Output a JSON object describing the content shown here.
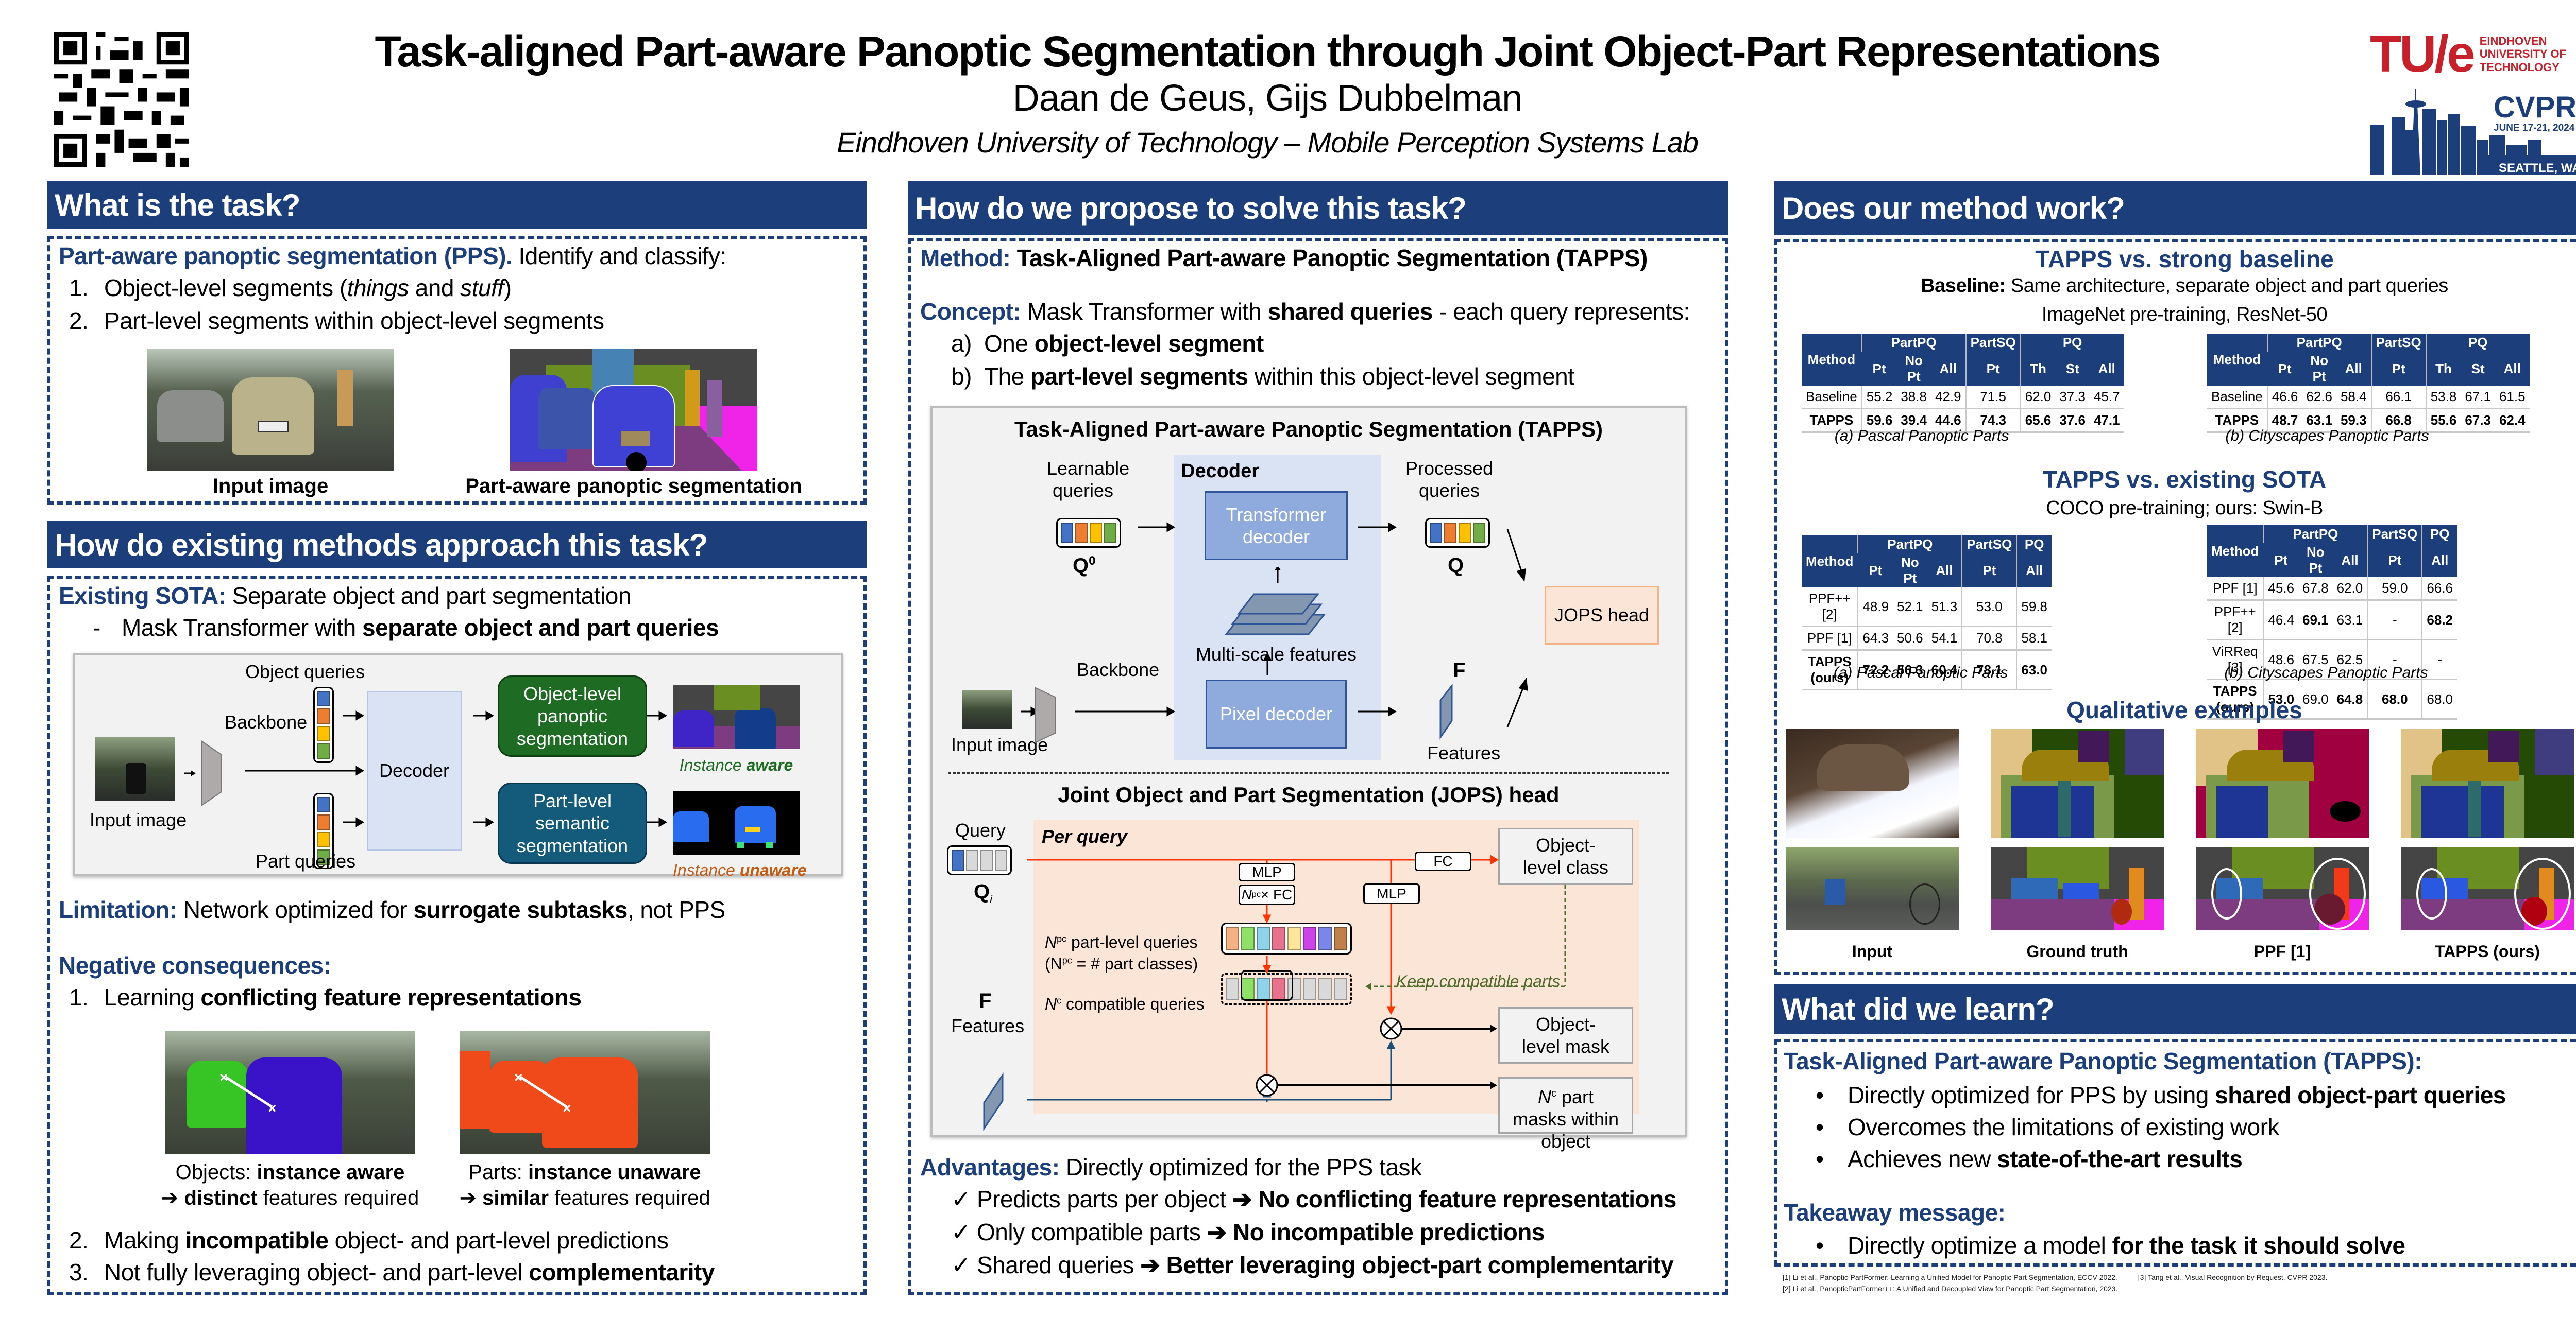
{
  "header": {
    "title": "Task-aligned Part-aware Panoptic Segmentation through Joint Object-Part Representations",
    "authors": "Daan de Geus, Gijs Dubbelman",
    "affiliation": "Eindhoven University of Technology – Mobile Perception Systems Lab",
    "qr_code": "qr-code",
    "tue_logo": {
      "mark": "TU/e",
      "lines": [
        "EINDHOVEN",
        "UNIVERSITY OF",
        "TECHNOLOGY"
      ],
      "color": "#c8202a"
    },
    "cvpr_logo": {
      "name": "CVPR",
      "dates": "JUNE 17-21, 2024",
      "location": "SEATTLE, WA",
      "color": "#1c3f7c"
    }
  },
  "colors": {
    "navy": "#1c3f7c",
    "diagram_bg": "#f2f2f2",
    "decoder_bg": "#dae3f3",
    "jops_bg": "#fbe5d6",
    "red_line": "#ff3300",
    "green_box": "#1e6b23",
    "teal_box": "#145a7a"
  },
  "task": {
    "heading": "What is the task?",
    "intro_term": "Part-aware panoptic segmentation (PPS).",
    "intro_rest": " Identify and classify:",
    "items": [
      {
        "num": "1.",
        "a": "Object-level segments (",
        "i1": "things",
        "b": " and ",
        "i2": "stuff",
        "c": ")"
      },
      {
        "num": "2.",
        "text": "Part-level segments within object-level segments"
      }
    ],
    "captions": [
      "Input image",
      "Part-aware panoptic segmentation"
    ]
  },
  "existing": {
    "heading": "How do existing methods approach this task?",
    "sota_label": "Existing SOTA:",
    "sota_text": " Separate object and part segmentation",
    "bullet_dash": "-",
    "bullet_plain": "Mask Transformer with ",
    "bullet_bold": "separate object and part queries",
    "diagram": {
      "object_queries": "Object queries",
      "backbone": "Backbone",
      "input_image": "Input image",
      "decoder": "Decoder",
      "part_queries": "Part queries",
      "object_box": "Object-level panoptic segmentation",
      "part_box": "Part-level semantic segmentation",
      "aware_plain": "Instance ",
      "aware_bold": "aware",
      "unaware_plain": "Instance ",
      "unaware_bold": "unaware"
    },
    "limitation_label": "Limitation:",
    "limitation_a": " Network optimized for ",
    "limitation_bold": "surrogate subtasks",
    "limitation_b": ", not PPS",
    "neg_heading": "Negative consequences:",
    "neg1_num": "1.",
    "neg1_plain": "Learning ",
    "neg1_bold": "conflicting feature representations",
    "obj_cap_a": "Objects: ",
    "obj_cap_b": "instance aware",
    "obj_cap2_b": "distinct",
    "obj_cap2_c": " features required",
    "part_cap_a": "Parts: ",
    "part_cap_b": "instance unaware",
    "part_cap2_b": "similar",
    "part_cap2_c": " features required",
    "arrow": "➔ ",
    "neg2_num": "2.",
    "neg2_a": "Making ",
    "neg2_bold": "incompatible",
    "neg2_b": " object- and part-level predictions",
    "neg3_num": "3.",
    "neg3_a": "Not fully leveraging object- and part-level ",
    "neg3_bold": "complementarity"
  },
  "proposal": {
    "heading": "How do we propose to solve this task?",
    "method_label": "Method:",
    "method_text": " Task-Aligned Part-aware Panoptic Segmentation (TAPPS)",
    "concept_label": "Concept:",
    "concept_a": " Mask Transformer with ",
    "concept_bold": "shared queries",
    "concept_b": " - each query represents:",
    "items": [
      {
        "letter": "a)",
        "a": "One ",
        "bold": "object-level segment",
        "b": ""
      },
      {
        "letter": "b)",
        "a": "The ",
        "bold": "part-level segments",
        "b": " within this object-level segment"
      }
    ],
    "tapps_diagram": {
      "title": "Task-Aligned Part-aware Panoptic Segmentation (TAPPS)",
      "learnable_queries": "Learnable queries",
      "q0": "Q",
      "q0_sup": "0",
      "decoder": "Decoder",
      "transformer_decoder": "Transformer decoder",
      "multi_scale": "Multi-scale features",
      "processed_queries": "Processed queries",
      "q": "Q",
      "jops_head": "JOPS head",
      "backbone": "Backbone",
      "input_image": "Input image",
      "pixel_decoder": "Pixel decoder",
      "f": "F",
      "features": "Features"
    },
    "jops_diagram": {
      "title": "Joint Object and Part Segmentation (JOPS) head",
      "query": "Query",
      "qi": "Q",
      "qi_sub": "i",
      "per_query": "Per query",
      "mlp1": "MLP",
      "npc_fc_n": "N",
      "npc_fc_sup": "pc",
      "npc_fc_rest": "× FC",
      "mlp2": "MLP",
      "fc": "FC",
      "part_level_queries_n": "N",
      "part_level_queries_sup": "pc",
      "part_level_queries": " part-level queries",
      "part_classes_a": "(N",
      "part_classes_sup": "pc",
      "part_classes_b": " = # part classes)",
      "compatible_n": "N",
      "compatible_sup": "c",
      "compatible": " compatible queries",
      "keep_compatible": "Keep compatible parts",
      "object_class": "Object-level class",
      "object_mask": "Object-level mask",
      "part_masks_n": "N",
      "part_masks_sup": "c",
      "part_masks": " part masks within object",
      "f": "F",
      "features": "Features",
      "part_colors": [
        "#f4b183",
        "#8fe067",
        "#8ed3ea",
        "#e8718e",
        "#ffe699",
        "#cc44e8",
        "#7a86e8",
        "#c0804c"
      ],
      "compatible_mask": [
        false,
        true,
        true,
        true,
        false,
        false,
        false,
        false
      ]
    },
    "adv_label": "Advantages:",
    "adv_text": " Directly optimized for the PPS task",
    "check": "✓",
    "adv_items": [
      {
        "plain": "Predicts parts per object ",
        "bold": "No conflicting feature representations"
      },
      {
        "plain": "Only compatible parts ",
        "bold": "No incompatible predictions"
      },
      {
        "plain": "Shared queries ",
        "bold": "Better leveraging object-part complementarity"
      }
    ],
    "arrow": "➔ "
  },
  "results": {
    "heading": "Does our method work?",
    "baseline_title": "TAPPS vs. strong baseline",
    "baseline_desc_label": "Baseline:",
    "baseline_desc": " Same architecture, separate object and part queries",
    "baseline_pretrain": "ImageNet pre-training, ResNet-50",
    "sota_title": "TAPPS vs. existing SOTA",
    "sota_pretrain": "COCO pre-training; ours: Swin-B",
    "qual_title": "Qualitative examples",
    "qual_labels": [
      "Input",
      "Ground truth",
      "PPF [1]",
      "TAPPS (ours)"
    ]
  },
  "chart_data": [
    {
      "type": "table",
      "title": "(a) Pascal Panoptic Parts",
      "group": "TAPPS vs. strong baseline",
      "header_groups": [
        {
          "label": "Method",
          "span": 1
        },
        {
          "label": "PartPQ",
          "span": 3
        },
        {
          "label": "PartSQ",
          "span": 1
        },
        {
          "label": "PQ",
          "span": 3
        }
      ],
      "columns": [
        "Pt",
        "No Pt",
        "All",
        "Pt",
        "Th",
        "St",
        "All"
      ],
      "rows": [
        {
          "method": "Baseline",
          "values": [
            "55.2",
            "38.8",
            "42.9",
            "71.5",
            "62.0",
            "37.3",
            "45.7"
          ],
          "bold": [
            false,
            false,
            false,
            false,
            false,
            false,
            false
          ]
        },
        {
          "method": "TAPPS",
          "values": [
            "59.6",
            "39.4",
            "44.6",
            "74.3",
            "65.6",
            "37.6",
            "47.1"
          ],
          "bold": [
            true,
            true,
            true,
            true,
            true,
            true,
            true
          ],
          "method_bold": true
        }
      ]
    },
    {
      "type": "table",
      "title": "(b) Cityscapes Panoptic Parts",
      "group": "TAPPS vs. strong baseline",
      "header_groups": [
        {
          "label": "Method",
          "span": 1
        },
        {
          "label": "PartPQ",
          "span": 3
        },
        {
          "label": "PartSQ",
          "span": 1
        },
        {
          "label": "PQ",
          "span": 3
        }
      ],
      "columns": [
        "Pt",
        "No Pt",
        "All",
        "Pt",
        "Th",
        "St",
        "All"
      ],
      "rows": [
        {
          "method": "Baseline",
          "values": [
            "46.6",
            "62.6",
            "58.4",
            "66.1",
            "53.8",
            "67.1",
            "61.5"
          ],
          "bold": [
            false,
            false,
            false,
            false,
            false,
            false,
            false
          ]
        },
        {
          "method": "TAPPS",
          "values": [
            "48.7",
            "63.1",
            "59.3",
            "66.8",
            "55.6",
            "67.3",
            "62.4"
          ],
          "bold": [
            true,
            true,
            true,
            true,
            true,
            true,
            true
          ],
          "method_bold": true
        }
      ]
    },
    {
      "type": "table",
      "title": "(a) Pascal Panoptic Parts",
      "group": "TAPPS vs. existing SOTA",
      "header_groups": [
        {
          "label": "Method",
          "span": 1
        },
        {
          "label": "PartPQ",
          "span": 3
        },
        {
          "label": "PartSQ",
          "span": 1
        },
        {
          "label": "PQ",
          "span": 1
        }
      ],
      "columns": [
        "Pt",
        "No Pt",
        "All",
        "Pt",
        "All"
      ],
      "rows": [
        {
          "method": "PPF++ [2]",
          "values": [
            "48.9",
            "52.1",
            "51.3",
            "53.0",
            "59.8"
          ],
          "bold": [
            false,
            false,
            false,
            false,
            false
          ]
        },
        {
          "method": "PPF [1]",
          "values": [
            "64.3",
            "50.6",
            "54.1",
            "70.8",
            "58.1"
          ],
          "bold": [
            false,
            false,
            false,
            false,
            false
          ]
        },
        {
          "method": "TAPPS (ours)",
          "values": [
            "72.2",
            "56.3",
            "60.4",
            "78.1",
            "63.0"
          ],
          "bold": [
            true,
            true,
            true,
            true,
            true
          ],
          "method_bold": true
        }
      ]
    },
    {
      "type": "table",
      "title": "(b) Cityscapes Panoptic Parts",
      "group": "TAPPS vs. existing SOTA",
      "header_groups": [
        {
          "label": "Method",
          "span": 1
        },
        {
          "label": "PartPQ",
          "span": 3
        },
        {
          "label": "PartSQ",
          "span": 1
        },
        {
          "label": "PQ",
          "span": 1
        }
      ],
      "columns": [
        "Pt",
        "No Pt",
        "All",
        "Pt",
        "All"
      ],
      "rows": [
        {
          "method": "PPF [1]",
          "values": [
            "45.6",
            "67.8",
            "62.0",
            "59.0",
            "66.6"
          ],
          "bold": [
            false,
            false,
            false,
            false,
            false
          ]
        },
        {
          "method": "PPF++ [2]",
          "values": [
            "46.4",
            "69.1",
            "63.1",
            "-",
            "68.2"
          ],
          "bold": [
            false,
            true,
            false,
            false,
            true
          ]
        },
        {
          "method": "ViRReq [3]",
          "values": [
            "48.6",
            "67.5",
            "62.5",
            "-",
            "-"
          ],
          "bold": [
            false,
            false,
            false,
            false,
            false
          ]
        },
        {
          "method": "TAPPS (ours)",
          "values": [
            "53.0",
            "69.0",
            "64.8",
            "68.0",
            "68.0"
          ],
          "bold": [
            true,
            false,
            true,
            true,
            false
          ],
          "method_bold": true
        }
      ]
    }
  ],
  "learn": {
    "heading": "What did we learn?",
    "tapps_label": "Task-Aligned Part-aware Panoptic Segmentation (TAPPS):",
    "bullet": "•",
    "items": [
      {
        "plain": "Directly optimized for PPS by using ",
        "bold": "shared object-part queries"
      },
      {
        "plain": "Overcomes the limitations of existing work",
        "bold": ""
      },
      {
        "plain": "Achieves new ",
        "bold": "state-of-the-art results"
      }
    ],
    "takeaway_label": "Takeaway message:",
    "takeaway_plain": "Directly optimize a model ",
    "takeaway_bold": "for the task it should solve"
  },
  "references": [
    "[1] Li et al., Panoptic-PartFormer: Learning a Unified Model for Panoptic Part Segmentation, ECCV 2022.",
    "[3] Tang et al., Visual Recognition by Request, CVPR 2023.",
    "[2] Li et al., PanopticPartFormer++: A Unified and Decoupled View for Panoptic Part Segmentation, 2023."
  ]
}
